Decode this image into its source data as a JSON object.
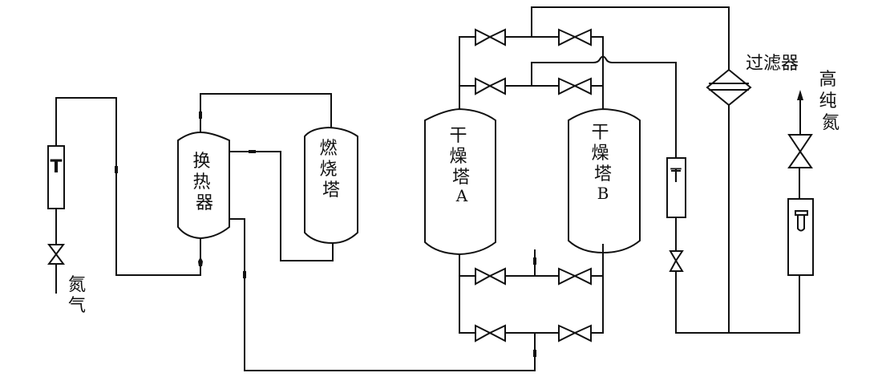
{
  "diagram": {
    "type": "process-flow",
    "line_color": "#111111",
    "background": "#ffffff",
    "inlet_label": "氮气",
    "outlet_label": "高纯氮",
    "filter_label": "过滤器",
    "equipment": {
      "heat_exchanger": "换热器",
      "combustion_tower": "燃烧塔",
      "drying_tower_a": {
        "name": "干燥塔",
        "suffix": "A"
      },
      "drying_tower_b": {
        "name": "干燥塔",
        "suffix": "B"
      }
    },
    "instruments": {
      "inlet_thermometer_symbol": "T",
      "b_side_thermometer_symbol": "T"
    }
  }
}
